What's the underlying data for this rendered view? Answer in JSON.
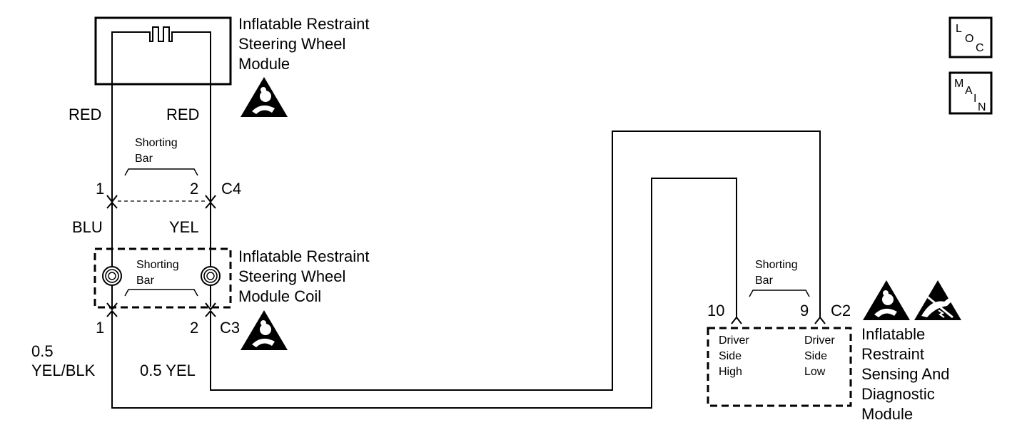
{
  "module_top": {
    "name_lines": [
      "Inflatable Restraint",
      "Steering Wheel",
      "Module"
    ]
  },
  "wire_colors_top": {
    "left": "RED",
    "right": "RED"
  },
  "shorting_bar_top": {
    "lines": [
      "Shorting",
      "Bar"
    ]
  },
  "connector_c4": {
    "name": "C4",
    "pin_left": "1",
    "pin_right": "2"
  },
  "wire_colors_mid": {
    "left": "BLU",
    "right": "YEL"
  },
  "coil": {
    "name_lines": [
      "Inflatable Restraint",
      "Steering Wheel",
      "Module Coil"
    ],
    "shorting_bar_lines": [
      "Shorting",
      "Bar"
    ]
  },
  "connector_c3": {
    "name": "C3",
    "pin_left": "1",
    "pin_right": "2"
  },
  "wire_colors_bottom": {
    "left_lines": [
      "0.5",
      "YEL/BLK"
    ],
    "right": "0.5 YEL"
  },
  "sdm": {
    "connector": "C2",
    "pin_high": "10",
    "pin_low": "9",
    "shorting_bar_lines": [
      "Shorting",
      "Bar"
    ],
    "high_lines": [
      "Driver",
      "Side",
      "High"
    ],
    "low_lines": [
      "Driver",
      "Side",
      "Low"
    ],
    "name_lines": [
      "Inflatable",
      "Restraint",
      "Sensing And",
      "Diagnostic",
      "Module"
    ]
  },
  "nav_buttons": {
    "loc": [
      "L",
      "O",
      "C"
    ],
    "main": [
      "M",
      "A",
      "I",
      "N"
    ]
  },
  "icons": [
    "airbag-warning-icon",
    "esd-warning-icon"
  ]
}
